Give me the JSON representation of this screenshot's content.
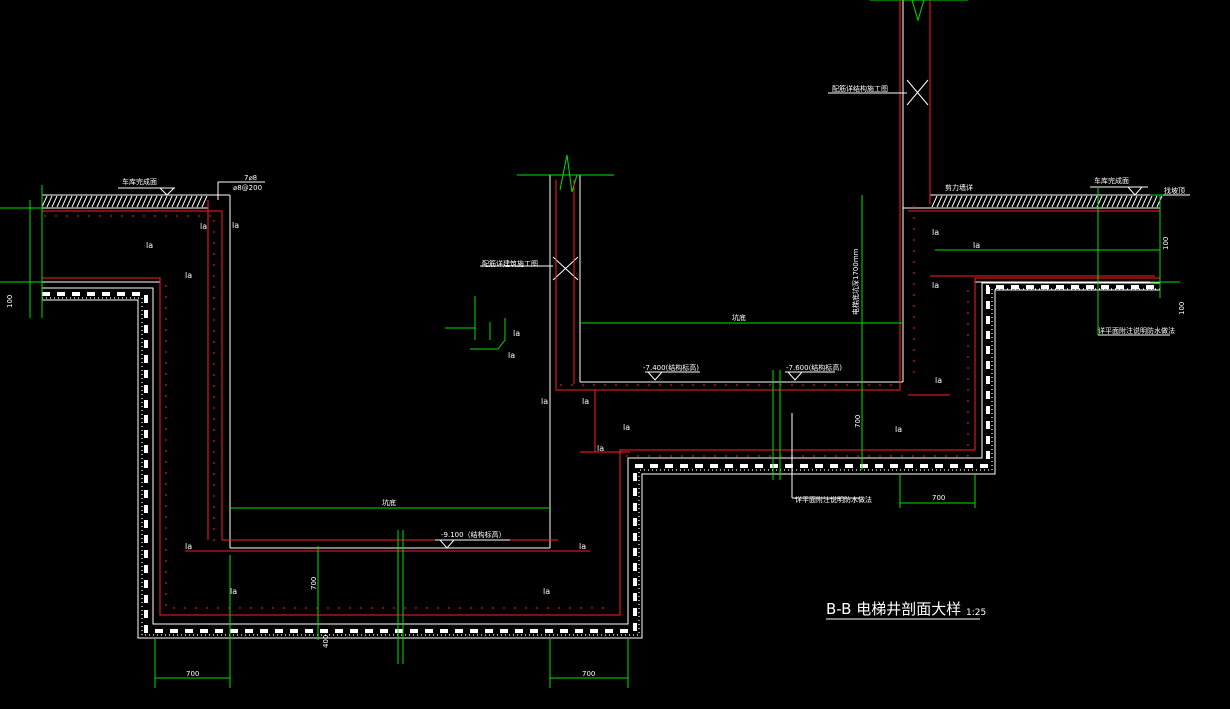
{
  "title": {
    "main": "B-B  电梯井剖面大样",
    "scale": "1:25"
  },
  "labels": {
    "finish_left": "车库完成面",
    "finish_right": "车库完成面",
    "roof_right": "找坡顶",
    "rebar_top": "7⌀8",
    "rebar_spacing": "⌀8@200",
    "wall_ref_left": "配筋详建筑施工图",
    "wall_ref_right": "配筋详结构施工图",
    "wall_ref_vert": "剪力墙详",
    "height_note": "电梯底坑深1700mm",
    "pit_label_left": "坑底",
    "pit_label_right": "坑底",
    "elev_left": "-7.400(结构标高)",
    "elev_mid": "-7.600(结构标高)",
    "elev_bottom": "-9.100（结构标高）",
    "waterproof_right": "详平面附注说明防水做法",
    "waterproof_mid": "详平面附注说明防水做法"
  },
  "anchor_labels": {
    "la": "la"
  },
  "dims": {
    "d700a": "700",
    "d700b": "700",
    "d700c": "700",
    "d700d": "700",
    "d700e": "700",
    "d100a": "100",
    "d100b": "100",
    "d100c": "100",
    "d400": "400"
  },
  "colors": {
    "background": "#000000",
    "dimension": "#00e000",
    "outline": "#ffffff",
    "rebar": "#ff2020"
  }
}
